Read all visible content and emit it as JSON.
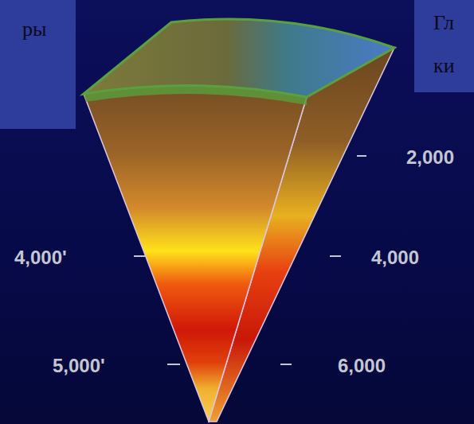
{
  "diagram": {
    "nodes": [
      {
        "text": [
          "ры"
        ]
      },
      {
        "text": [
          "Гл ки"
        ]
      }
    ],
    "labels": [
      "2,000",
      "4,000'",
      "4,000",
      "5,000'",
      "6,000"
    ]
  }
}
